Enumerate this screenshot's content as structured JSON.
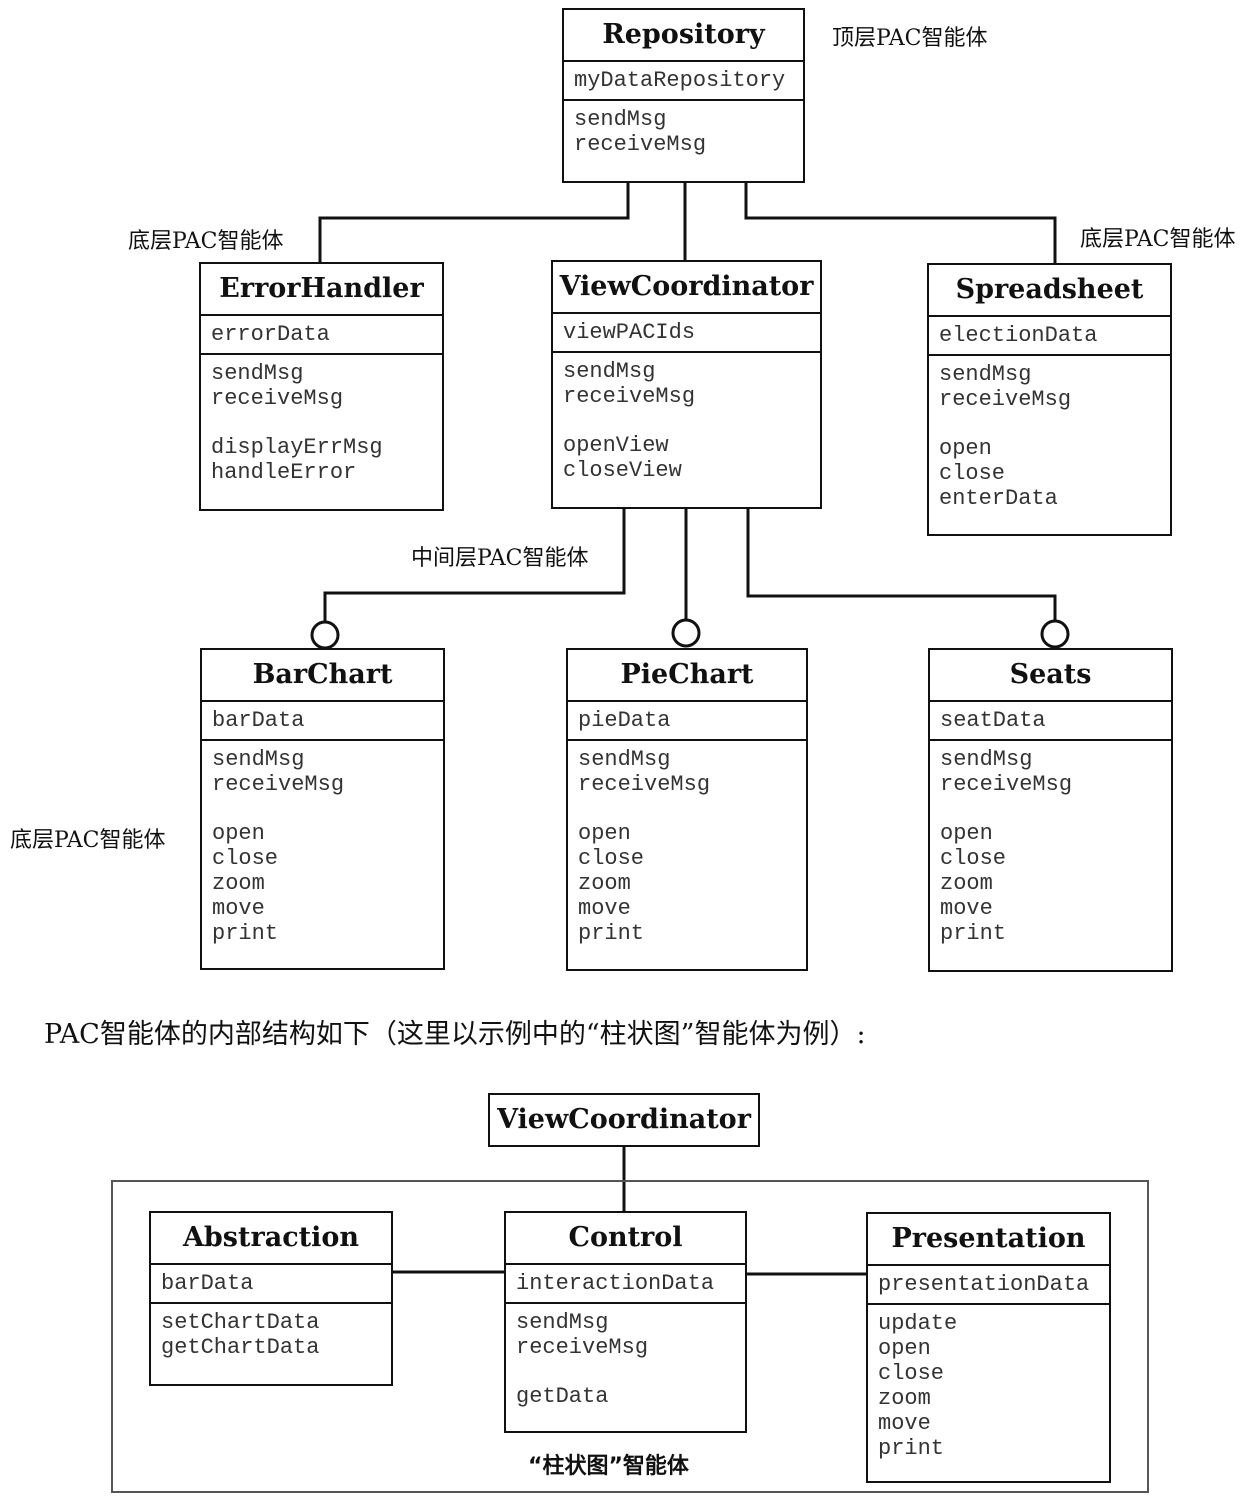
{
  "top": {
    "repository": {
      "title": "Repository",
      "attrs": [
        "myDataRepository"
      ],
      "ops": [
        [
          "sendMsg",
          "receiveMsg"
        ]
      ]
    },
    "error_handler": {
      "title": "ErrorHandler",
      "attrs": [
        "errorData"
      ],
      "ops": [
        [
          "sendMsg",
          "receiveMsg"
        ],
        [
          "displayErrMsg",
          "handleError"
        ]
      ]
    },
    "view_coordinator": {
      "title": "ViewCoordinator",
      "attrs": [
        "viewPACIds"
      ],
      "ops": [
        [
          "sendMsg",
          "receiveMsg"
        ],
        [
          "openView",
          "closeView"
        ]
      ]
    },
    "spreadsheet": {
      "title": "Spreadsheet",
      "attrs": [
        "electionData"
      ],
      "ops": [
        [
          "sendMsg",
          "receiveMsg"
        ],
        [
          "open",
          "close",
          "enterData"
        ]
      ]
    },
    "bar_chart": {
      "title": "BarChart",
      "attrs": [
        "barData"
      ],
      "ops": [
        [
          "sendMsg",
          "receiveMsg"
        ],
        [
          "open",
          "close",
          "zoom",
          "move",
          "print"
        ]
      ]
    },
    "pie_chart": {
      "title": "PieChart",
      "attrs": [
        "pieData"
      ],
      "ops": [
        [
          "sendMsg",
          "receiveMsg"
        ],
        [
          "open",
          "close",
          "zoom",
          "move",
          "print"
        ]
      ]
    },
    "seats": {
      "title": "Seats",
      "attrs": [
        "seatData"
      ],
      "ops": [
        [
          "sendMsg",
          "receiveMsg"
        ],
        [
          "open",
          "close",
          "zoom",
          "move",
          "print"
        ]
      ]
    }
  },
  "labels": {
    "top_level": "顶层PAC智能体",
    "bottom_left": "底层PAC智能体",
    "bottom_right": "底层PAC智能体",
    "middle": "中间层PAC智能体",
    "bottom_lower": "底层PAC智能体"
  },
  "caption": "PAC智能体的内部结构如下（这里以示例中的“柱状图”智能体为例）:",
  "bottom": {
    "view_coordinator": {
      "title": "ViewCoordinator"
    },
    "abstraction": {
      "title": "Abstraction",
      "attrs": [
        "barData"
      ],
      "ops": [
        [
          "setChartData",
          "getChartData"
        ]
      ]
    },
    "control": {
      "title": "Control",
      "attrs": [
        "interactionData"
      ],
      "ops": [
        [
          "sendMsg",
          "receiveMsg"
        ],
        [
          "getData"
        ]
      ]
    },
    "presentation": {
      "title": "Presentation",
      "attrs": [
        "presentationData"
      ],
      "ops": [
        [
          "update",
          "open",
          "close",
          "zoom",
          "move",
          "print"
        ]
      ]
    },
    "agent_label": "“柱状图”智能体"
  }
}
